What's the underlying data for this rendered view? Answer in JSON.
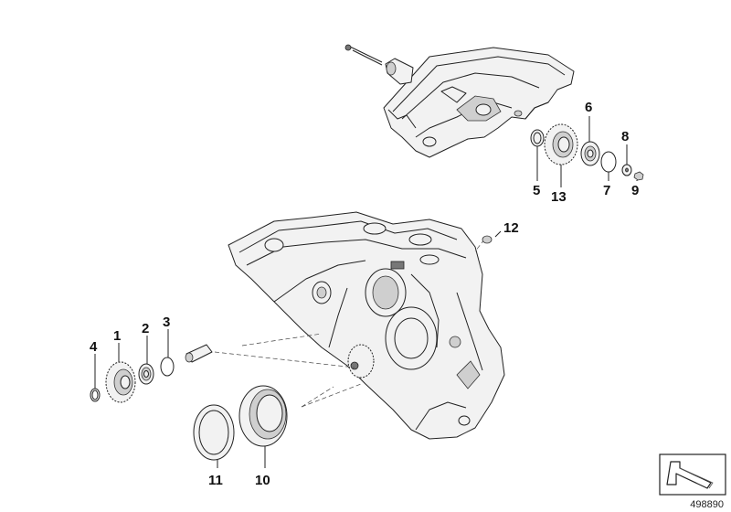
{
  "diagram": {
    "callouts": [
      {
        "id": "1",
        "text": "1"
      },
      {
        "id": "2",
        "text": "2"
      },
      {
        "id": "3",
        "text": "3"
      },
      {
        "id": "4",
        "text": "4"
      },
      {
        "id": "5",
        "text": "5"
      },
      {
        "id": "6",
        "text": "6"
      },
      {
        "id": "7",
        "text": "7"
      },
      {
        "id": "8",
        "text": "8"
      },
      {
        "id": "9",
        "text": "9"
      },
      {
        "id": "10",
        "text": "10"
      },
      {
        "id": "11",
        "text": "11"
      },
      {
        "id": "12",
        "text": "12"
      },
      {
        "id": "13",
        "text": "13"
      }
    ],
    "reference_number": "498890",
    "icon": "arrow-box-icon"
  }
}
